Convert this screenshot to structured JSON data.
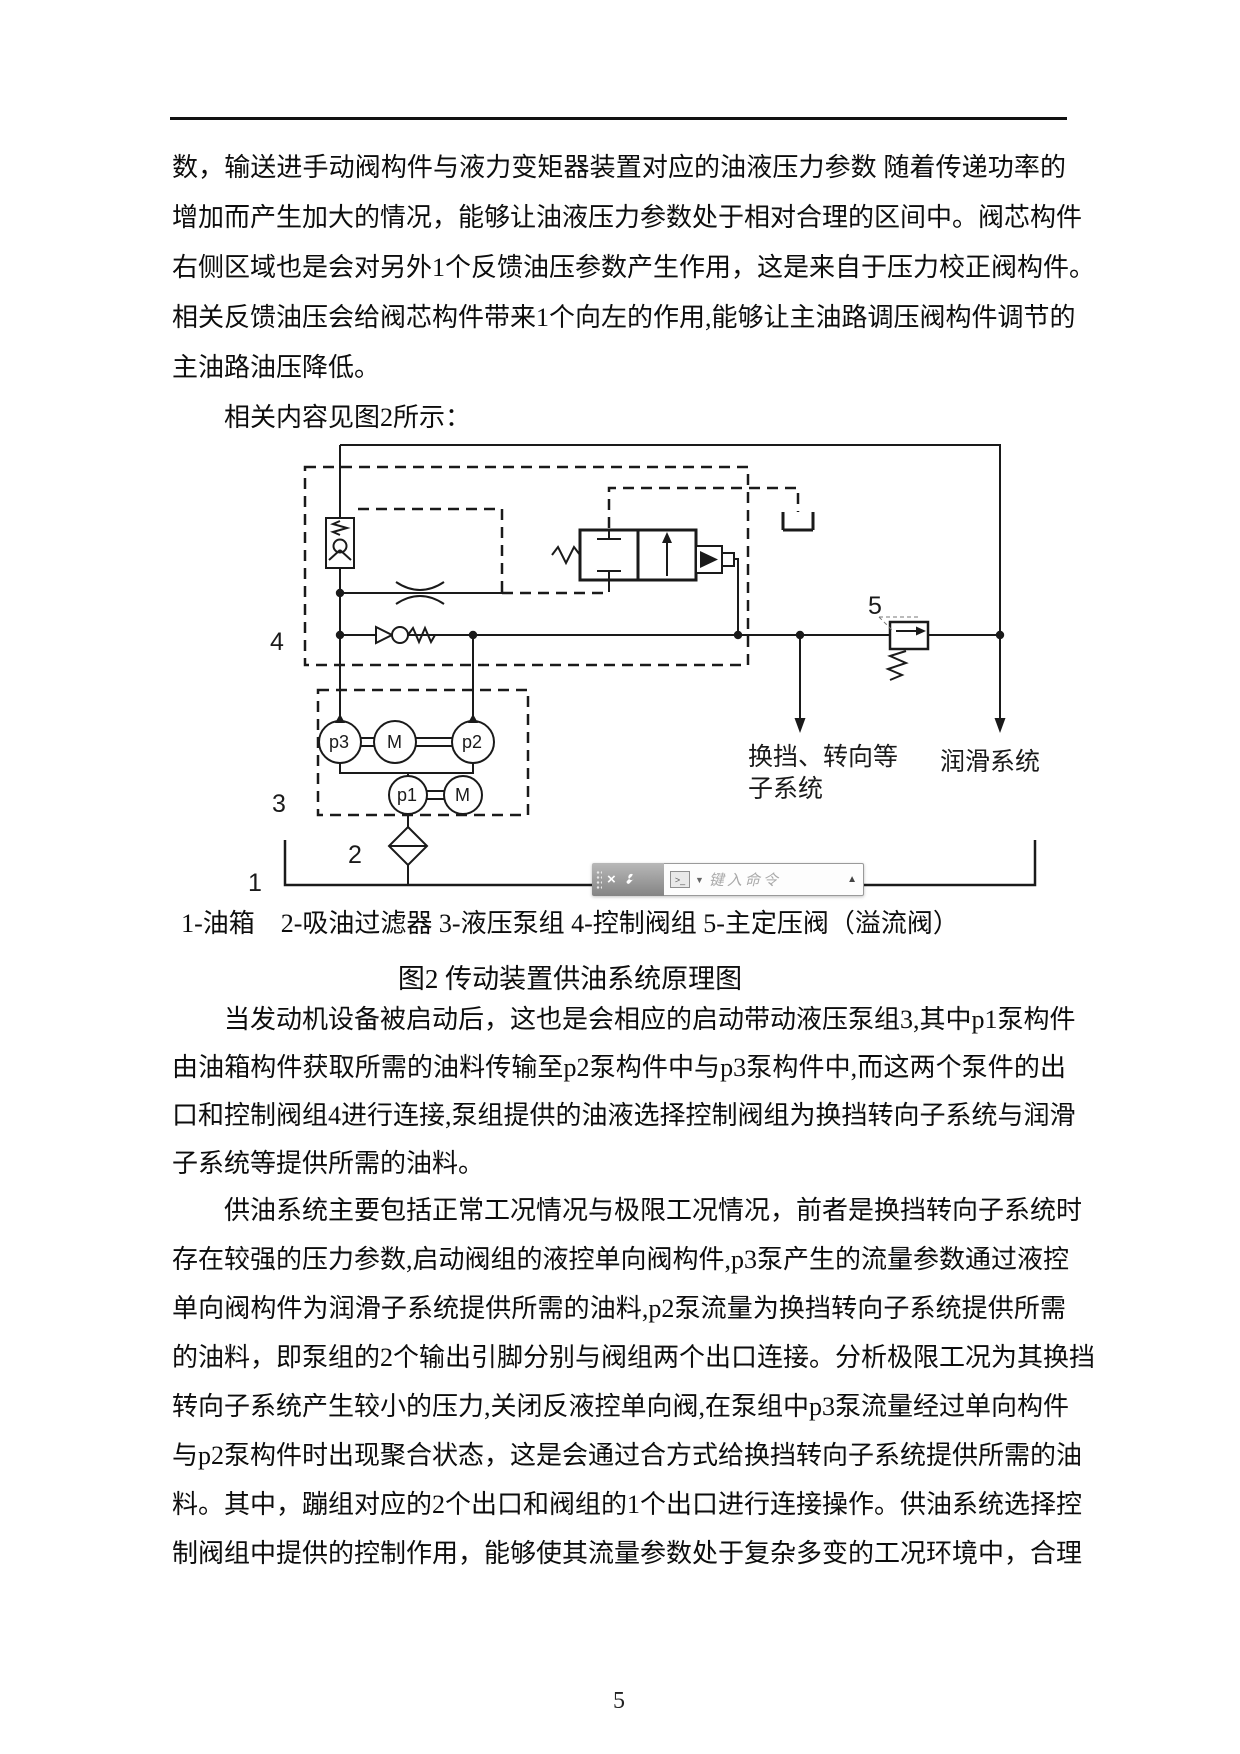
{
  "page": {
    "number": "5"
  },
  "paragraphs": {
    "p1": {
      "l1": "数，输送进手动阀构件与液力变矩器装置对应的油液压力参数 随着传递功率的",
      "l2": "增加而产生加大的情况，能够让油液压力参数处于相对合理的区间中。阀芯构件",
      "l3": "右侧区域也是会对另外1个反馈油压参数产生作用，这是来自于压力校正阀构件。",
      "l4": "相关反馈油压会给阀芯构件带来1个向左的作用,能够让主油路调压阀构件调节的",
      "l5": "主油路油压降低。"
    },
    "p2": "相关内容见图2所示：",
    "p3": {
      "l1": "当发动机设备被启动后，这也是会相应的启动带动液压泵组3,其中p1泵构件",
      "l2": "由油箱构件获取所需的油料传输至p2泵构件中与p3泵构件中,而这两个泵件的出",
      "l3": "口和控制阀组4进行连接,泵组提供的油液选择控制阀组为换挡转向子系统与润滑",
      "l4": "子系统等提供所需的油料。"
    },
    "p4": {
      "l1": "供油系统主要包括正常工况情况与极限工况情况，前者是换挡转向子系统时",
      "l2": "存在较强的压力参数,启动阀组的液控单向阀构件,p3泵产生的流量参数通过液控",
      "l3": "单向阀构件为润滑子系统提供所需的油料,p2泵流量为换挡转向子系统提供所需",
      "l4": "的油料，即泵组的2个输出引脚分别与阀组两个出口连接。分析极限工况为其换挡",
      "l5": "转向子系统产生较小的压力,关闭反液控单向阀,在泵组中p3泵流量经过单向构件",
      "l6": "与p2泵构件时出现聚合状态，这是会通过合方式给换挡转向子系统提供所需的油",
      "l7": "料。其中，蹦组对应的2个出口和阀组的1个出口进行连接操作。供油系统选择控",
      "l8": "制阀组中提供的控制作用，能够使其流量参数处于复杂多变的工况环境中，合理"
    }
  },
  "figure": {
    "caption_items": "1-油箱　2-吸油过滤器 3-液压泵组 4-控制阀组 5-主定压阀（溢流阀）",
    "title": "图2 传动装置供油系统原理图",
    "labels": {
      "tank": "1",
      "filter": "2",
      "pump_group": "3",
      "valve_group": "4",
      "relief_valve": "5",
      "pump_p3": "p3",
      "pump_p2": "p2",
      "pump_p1": "p1",
      "motor_a": "M",
      "motor_b": "M",
      "branch_shift_line1": "换挡、转向等",
      "branch_shift_line2": "子系统",
      "branch_lube": "润滑系统"
    },
    "toolbar": {
      "close": "×",
      "placeholder": "键入命令"
    }
  }
}
